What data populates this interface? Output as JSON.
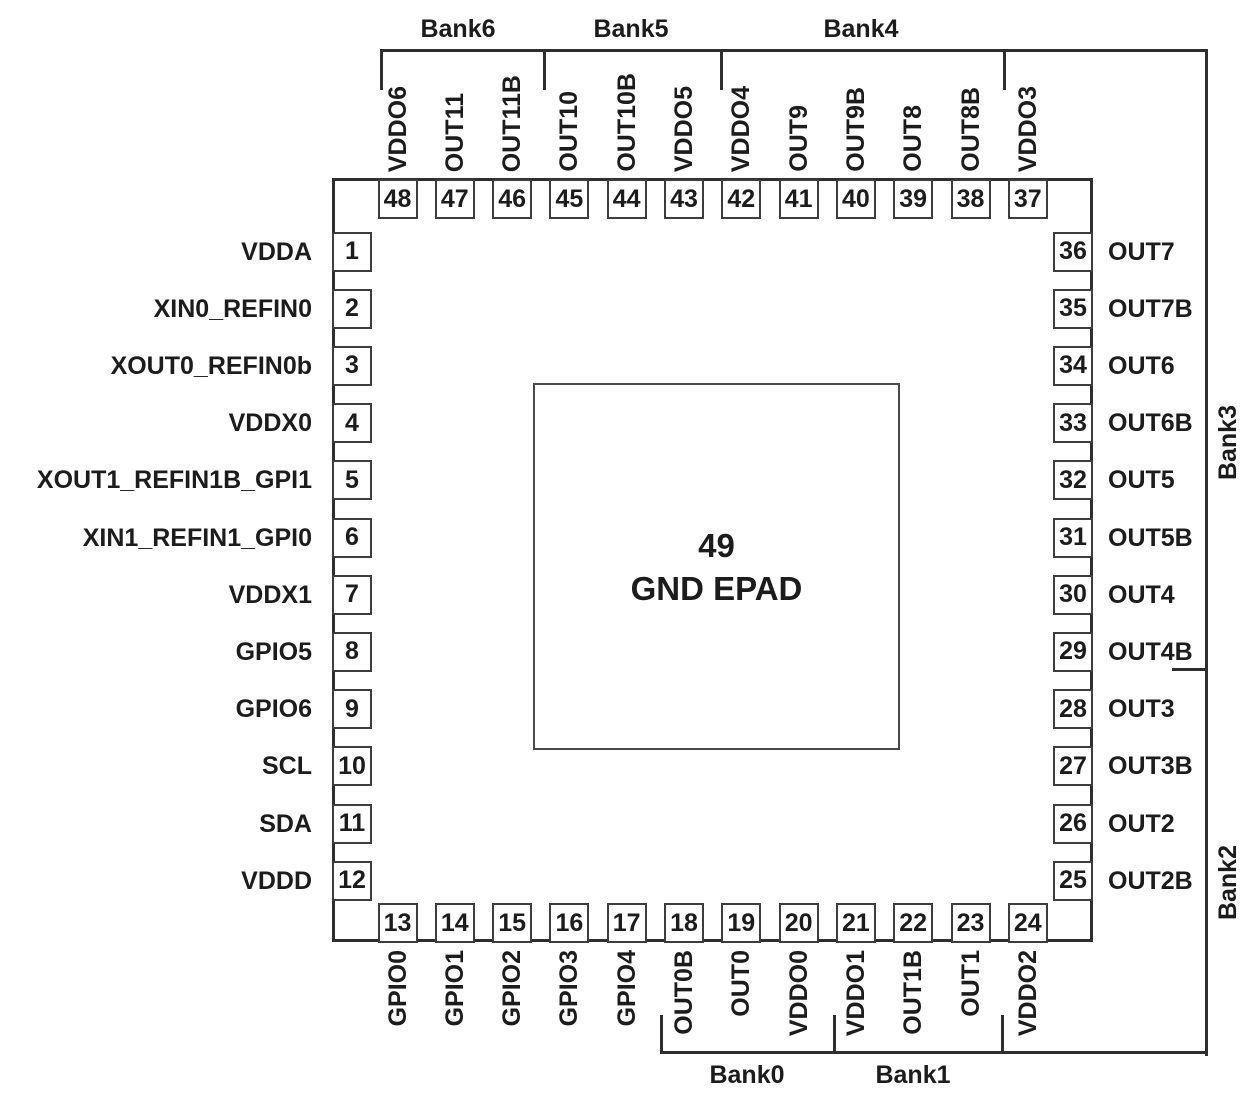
{
  "colors": {
    "ink": "#1c1c1c",
    "background": "#ffffff"
  },
  "epad": {
    "number": "49",
    "label": "GND EPAD"
  },
  "pins": {
    "left": [
      {
        "num": "1",
        "label": "VDDA"
      },
      {
        "num": "2",
        "label": "XIN0_REFIN0"
      },
      {
        "num": "3",
        "label": "XOUT0_REFIN0b"
      },
      {
        "num": "4",
        "label": "VDDX0"
      },
      {
        "num": "5",
        "label": "XOUT1_REFIN1B_GPI1"
      },
      {
        "num": "6",
        "label": "XIN1_REFIN1_GPI0"
      },
      {
        "num": "7",
        "label": "VDDX1"
      },
      {
        "num": "8",
        "label": "GPIO5"
      },
      {
        "num": "9",
        "label": "GPIO6"
      },
      {
        "num": "10",
        "label": "SCL"
      },
      {
        "num": "11",
        "label": "SDA"
      },
      {
        "num": "12",
        "label": "VDDD"
      }
    ],
    "top": [
      {
        "num": "48",
        "label": "VDDO6"
      },
      {
        "num": "47",
        "label": "OUT11"
      },
      {
        "num": "46",
        "label": "OUT11B"
      },
      {
        "num": "45",
        "label": "OUT10"
      },
      {
        "num": "44",
        "label": "OUT10B"
      },
      {
        "num": "43",
        "label": "VDDO5"
      },
      {
        "num": "42",
        "label": "VDDO4"
      },
      {
        "num": "41",
        "label": "OUT9"
      },
      {
        "num": "40",
        "label": "OUT9B"
      },
      {
        "num": "39",
        "label": "OUT8"
      },
      {
        "num": "38",
        "label": "OUT8B"
      },
      {
        "num": "37",
        "label": "VDDO3"
      }
    ],
    "right": [
      {
        "num": "36",
        "label": "OUT7"
      },
      {
        "num": "35",
        "label": "OUT7B"
      },
      {
        "num": "34",
        "label": "OUT6"
      },
      {
        "num": "33",
        "label": "OUT6B"
      },
      {
        "num": "32",
        "label": "OUT5"
      },
      {
        "num": "31",
        "label": "OUT5B"
      },
      {
        "num": "30",
        "label": "OUT4"
      },
      {
        "num": "29",
        "label": "OUT4B"
      },
      {
        "num": "28",
        "label": "OUT3"
      },
      {
        "num": "27",
        "label": "OUT3B"
      },
      {
        "num": "26",
        "label": "OUT2"
      },
      {
        "num": "25",
        "label": "OUT2B"
      }
    ],
    "bottom": [
      {
        "num": "13",
        "label": "GPIO0"
      },
      {
        "num": "14",
        "label": "GPIO1"
      },
      {
        "num": "15",
        "label": "GPIO2"
      },
      {
        "num": "16",
        "label": "GPIO3"
      },
      {
        "num": "17",
        "label": "GPIO4"
      },
      {
        "num": "18",
        "label": "OUT0B"
      },
      {
        "num": "19",
        "label": "OUT0"
      },
      {
        "num": "20",
        "label": "VDDO0"
      },
      {
        "num": "21",
        "label": "VDDO1"
      },
      {
        "num": "22",
        "label": "OUT1B"
      },
      {
        "num": "23",
        "label": "OUT1"
      },
      {
        "num": "24",
        "label": "VDDO2"
      }
    ]
  },
  "banks": {
    "top": [
      {
        "label": "Bank6"
      },
      {
        "label": "Bank5"
      },
      {
        "label": "Bank4"
      }
    ],
    "right": [
      {
        "label": "Bank3"
      },
      {
        "label": "Bank2"
      }
    ],
    "bottom": [
      {
        "label": "Bank0"
      },
      {
        "label": "Bank1"
      }
    ]
  }
}
